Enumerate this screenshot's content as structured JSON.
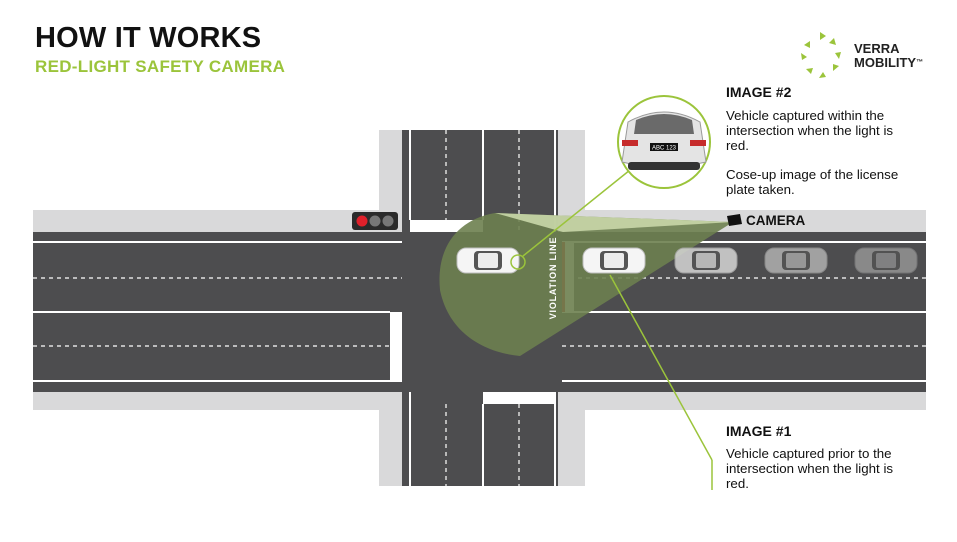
{
  "header": {
    "title": "HOW IT WORKS",
    "subtitle": "RED-LIGHT SAFETY CAMERA"
  },
  "logo": {
    "line1": "VERRA",
    "line2": "MOBILITY",
    "trademark": "™"
  },
  "scene": {
    "violation_line_label": "VIOLATION LINE",
    "camera_label": "CAMERA",
    "plate_text": "ABC 123"
  },
  "image2": {
    "heading": "IMAGE #2",
    "text1": "Vehicle captured within the intersection when the light is red.",
    "text2": "Cose-up image of the license plate taken."
  },
  "image1": {
    "heading": "IMAGE #1",
    "text1": "Vehicle captured prior to the intersection when the light is red."
  },
  "colors": {
    "accent": "#9bc43b",
    "road": "#4d4d4f",
    "sidewalk": "#d9d9da",
    "cone": "#6d7f4f",
    "signal_red": "#e0202a",
    "violation_line": "#c8251f"
  }
}
